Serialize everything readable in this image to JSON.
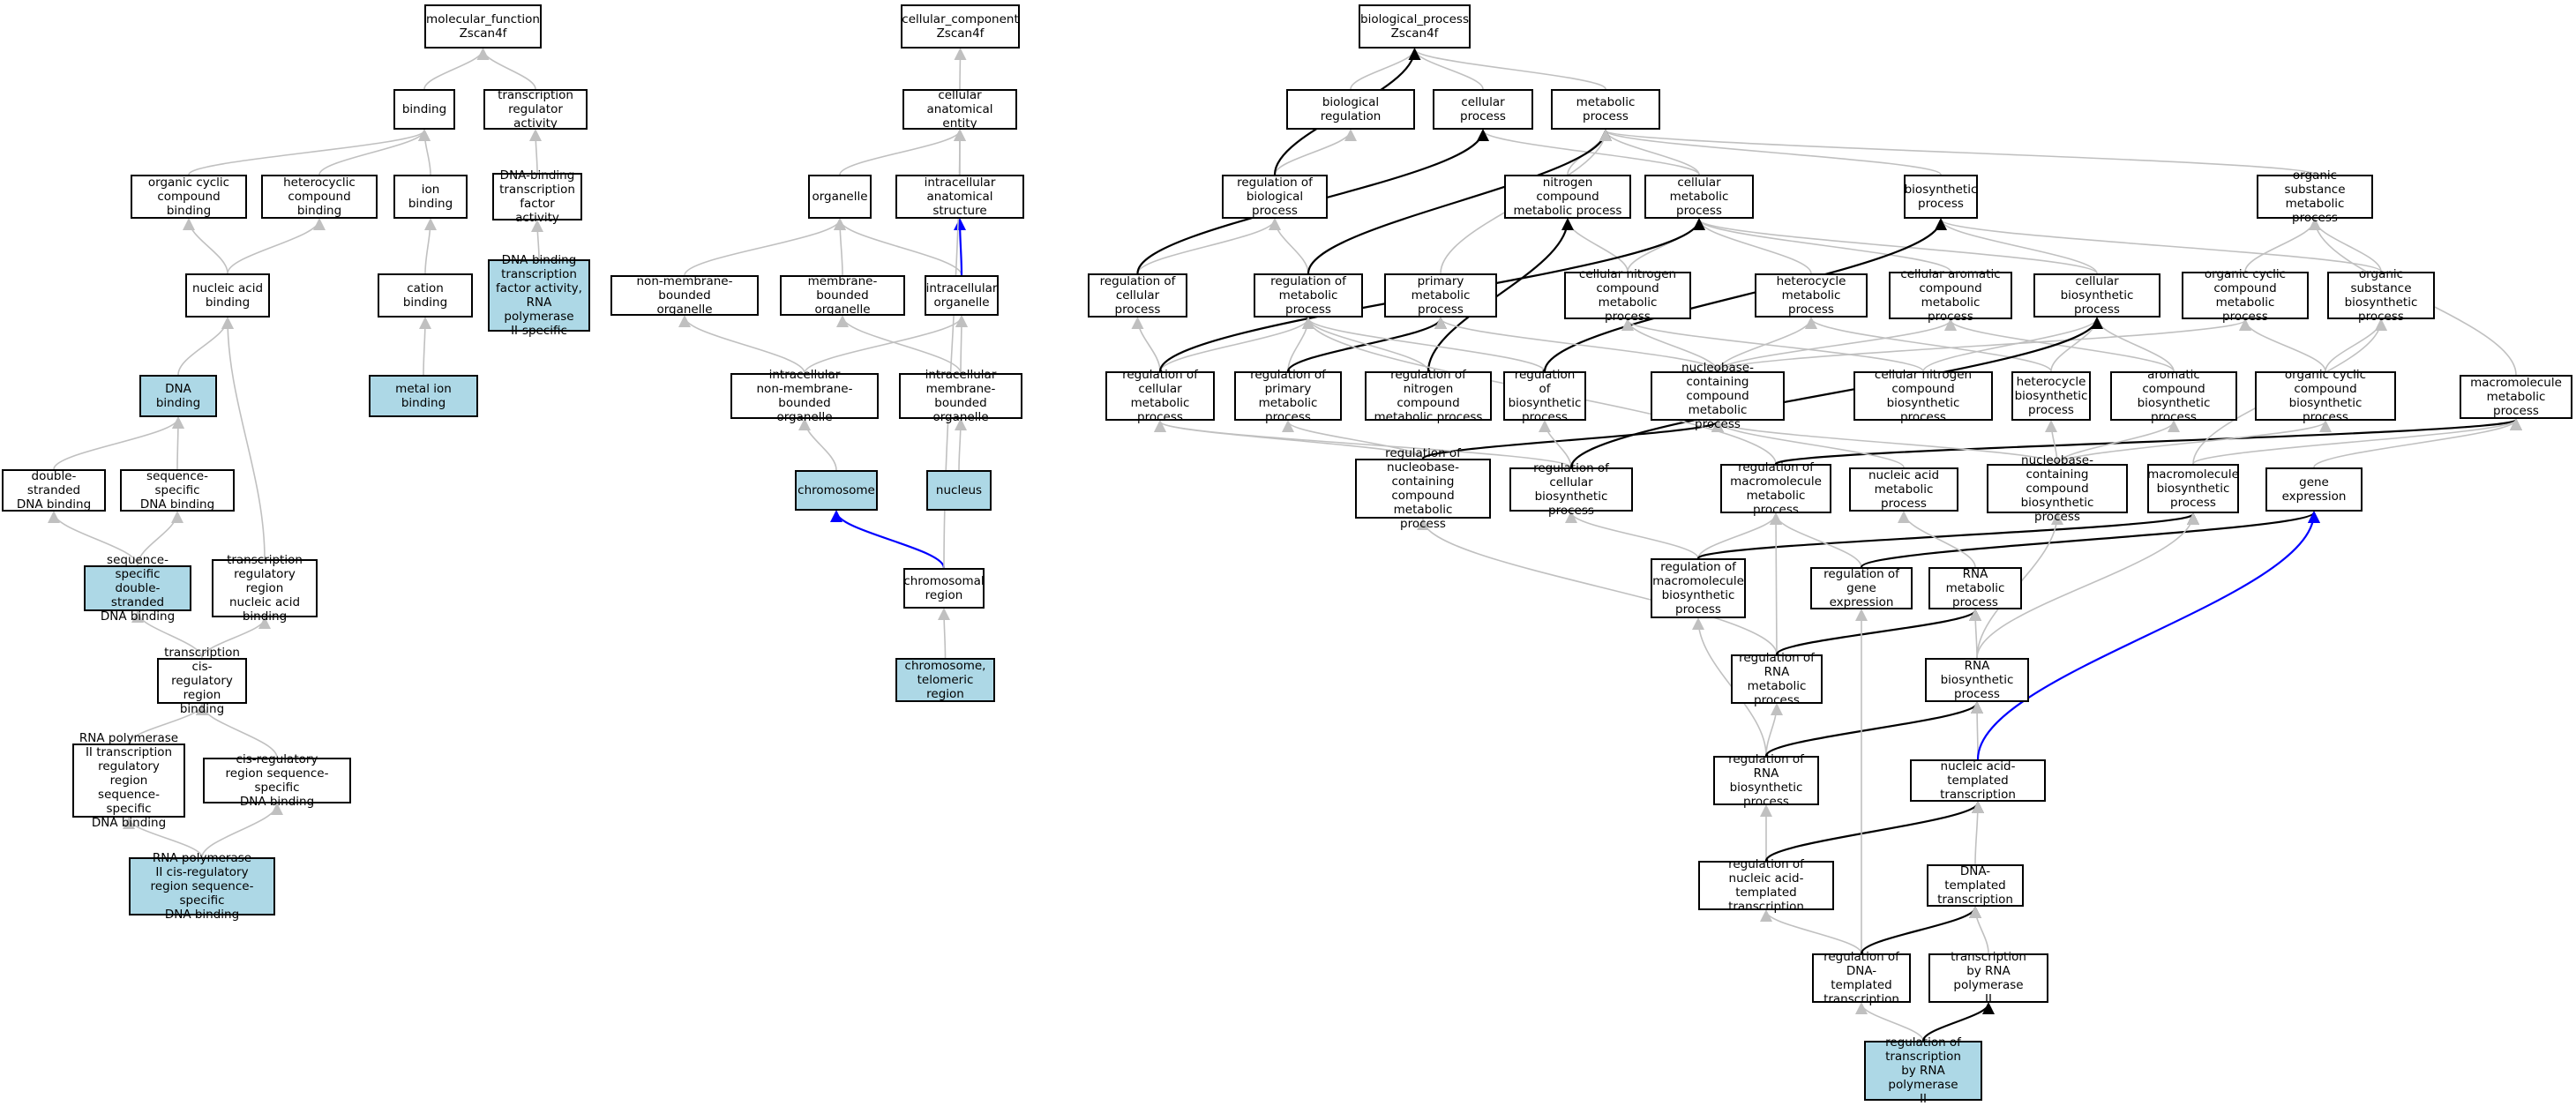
{
  "colors": {
    "edge_gray": "#c0c0c0",
    "edge_black": "#000000",
    "edge_blue": "#0000ff",
    "highlight": "#add8e6"
  },
  "nodes": {
    "mf_root": {
      "label": "molecular_function\nZscan4f",
      "hl": false
    },
    "binding": {
      "label": "binding",
      "hl": false
    },
    "tra": {
      "label": "transcription\nregulator activity",
      "hl": false
    },
    "ocb": {
      "label": "organic cyclic\ncompound binding",
      "hl": false
    },
    "hcb": {
      "label": "heterocyclic\ncompound binding",
      "hl": false
    },
    "ionb": {
      "label": "ion binding",
      "hl": false
    },
    "dbtfa": {
      "label": "DNA-binding\ntranscription\nfactor activity",
      "hl": false
    },
    "nab": {
      "label": "nucleic acid\nbinding",
      "hl": false
    },
    "cationb": {
      "label": "cation binding",
      "hl": false
    },
    "dbtfa2": {
      "label": "DNA-binding\ntranscription\nfactor activity,\nRNA polymerase\nII-specific",
      "hl": true
    },
    "dnab": {
      "label": "DNA binding",
      "hl": true
    },
    "metalb": {
      "label": "metal ion binding",
      "hl": true
    },
    "dsdna": {
      "label": "double-stranded\nDNA binding",
      "hl": false
    },
    "ssdna": {
      "label": "sequence-specific\nDNA binding",
      "hl": false
    },
    "ssdsdna": {
      "label": "sequence-specific\ndouble-stranded\nDNA binding",
      "hl": true
    },
    "trrnab": {
      "label": "transcription\nregulatory region\nnucleic acid\nbinding",
      "hl": false
    },
    "tcrrb": {
      "label": "transcription\ncis-regulatory\nregion binding",
      "hl": false
    },
    "rnap2tr": {
      "label": "RNA polymerase\nII transcription\nregulatory region\nsequence-specific\nDNA binding",
      "hl": false
    },
    "crrss": {
      "label": "cis-regulatory\nregion sequence-specific\nDNA binding",
      "hl": false
    },
    "rnap2cr": {
      "label": "RNA polymerase\nII cis-regulatory\nregion sequence-specific\nDNA binding",
      "hl": true
    },
    "cc_root": {
      "label": "cellular_component\nZscan4f",
      "hl": false
    },
    "cae": {
      "label": "cellular anatomical\nentity",
      "hl": false
    },
    "organelle": {
      "label": "organelle",
      "hl": false
    },
    "ias": {
      "label": "intracellular\nanatomical structure",
      "hl": false
    },
    "nmbo": {
      "label": "non-membrane-bounded\norganelle",
      "hl": false
    },
    "mbo": {
      "label": "membrane-bounded\norganelle",
      "hl": false
    },
    "io": {
      "label": "intracellular\norganelle",
      "hl": false
    },
    "inmbo": {
      "label": "intracellular\nnon-membrane-bounded\norganelle",
      "hl": false
    },
    "imbo": {
      "label": "intracellular\nmembrane-bounded\norganelle",
      "hl": false
    },
    "chromosome": {
      "label": "chromosome",
      "hl": true
    },
    "nucleus": {
      "label": "nucleus",
      "hl": true
    },
    "chrreg": {
      "label": "chromosomal\nregion",
      "hl": false
    },
    "telreg": {
      "label": "chromosome,\ntelomeric region",
      "hl": true
    },
    "bp_root": {
      "label": "biological_process\nZscan4f",
      "hl": false
    },
    "bioreg": {
      "label": "biological regulation",
      "hl": false
    },
    "cellproc": {
      "label": "cellular process",
      "hl": false
    },
    "metproc": {
      "label": "metabolic process",
      "hl": false
    },
    "regbp": {
      "label": "regulation of\nbiological process",
      "hl": false
    },
    "ncmp": {
      "label": "nitrogen compound\nmetabolic process",
      "hl": false
    },
    "cmp": {
      "label": "cellular metabolic\nprocess",
      "hl": false
    },
    "biosynth": {
      "label": "biosynthetic\nprocess",
      "hl": false
    },
    "osmp": {
      "label": "organic substance\nmetabolic process",
      "hl": false
    },
    "regcp": {
      "label": "regulation of\ncellular process",
      "hl": false
    },
    "regmp": {
      "label": "regulation of\nmetabolic process",
      "hl": false
    },
    "pmp": {
      "label": "primary metabolic\nprocess",
      "hl": false
    },
    "cncmp": {
      "label": "cellular nitrogen\ncompound metabolic\nprocess",
      "hl": false
    },
    "hmp": {
      "label": "heterocycle\nmetabolic process",
      "hl": false
    },
    "cacmp": {
      "label": "cellular aromatic\ncompound metabolic\nprocess",
      "hl": false
    },
    "cbp": {
      "label": "cellular biosynthetic\nprocess",
      "hl": false
    },
    "occmp": {
      "label": "organic cyclic\ncompound metabolic\nprocess",
      "hl": false
    },
    "osbp": {
      "label": "organic substance\nbiosynthetic\nprocess",
      "hl": false
    },
    "regcmp": {
      "label": "regulation of\ncellular metabolic\nprocess",
      "hl": false
    },
    "regpmp": {
      "label": "regulation of\nprimary metabolic\nprocess",
      "hl": false
    },
    "regncmp": {
      "label": "regulation of\nnitrogen compound\nmetabolic process",
      "hl": false
    },
    "regbiosyn": {
      "label": "regulation of\nbiosynthetic\nprocess",
      "hl": false
    },
    "nbcmp": {
      "label": "nucleobase-containing\ncompound metabolic\nprocess",
      "hl": false
    },
    "cncbp": {
      "label": "cellular nitrogen\ncompound biosynthetic\nprocess",
      "hl": false
    },
    "hbp": {
      "label": "heterocycle\nbiosynthetic\nprocess",
      "hl": false
    },
    "acbp": {
      "label": "aromatic compound\nbiosynthetic\nprocess",
      "hl": false
    },
    "occbp": {
      "label": "organic cyclic\ncompound biosynthetic\nprocess",
      "hl": false
    },
    "mmp": {
      "label": "macromolecule\nmetabolic process",
      "hl": false
    },
    "regnbcmp": {
      "label": "regulation of\nnucleobase-containing\ncompound metabolic\nprocess",
      "hl": false
    },
    "regcbp": {
      "label": "regulation of\ncellular biosynthetic\nprocess",
      "hl": false
    },
    "regmmp": {
      "label": "regulation of\nmacromolecule\nmetabolic process",
      "hl": false
    },
    "namp": {
      "label": "nucleic acid\nmetabolic process",
      "hl": false
    },
    "nbcbp": {
      "label": "nucleobase-containing\ncompound biosynthetic\nprocess",
      "hl": false
    },
    "mbp": {
      "label": "macromolecule\nbiosynthetic\nprocess",
      "hl": false
    },
    "geneexp": {
      "label": "gene expression",
      "hl": false
    },
    "regmbp": {
      "label": "regulation of\nmacromolecule\nbiosynthetic\nprocess",
      "hl": false
    },
    "reggeneexp": {
      "label": "regulation of\ngene expression",
      "hl": false
    },
    "rnamp": {
      "label": "RNA metabolic\nprocess",
      "hl": false
    },
    "regrnamp": {
      "label": "regulation of\nRNA metabolic\nprocess",
      "hl": false
    },
    "rnabp": {
      "label": "RNA biosynthetic\nprocess",
      "hl": false
    },
    "regrnabp": {
      "label": "regulation of\nRNA biosynthetic\nprocess",
      "hl": false
    },
    "natt": {
      "label": "nucleic acid-templated\ntranscription",
      "hl": false
    },
    "regnatt": {
      "label": "regulation of\nnucleic acid-templated\ntranscription",
      "hl": false
    },
    "dtt": {
      "label": "DNA-templated\ntranscription",
      "hl": false
    },
    "regdtt": {
      "label": "regulation of\nDNA-templated\ntranscription",
      "hl": false
    },
    "trnap2": {
      "label": "transcription\nby RNA polymerase\nII",
      "hl": false
    },
    "regtrnap2": {
      "label": "regulation of\ntranscription\nby RNA polymerase\nII",
      "hl": true
    }
  },
  "edges": [
    [
      "binding",
      "mf_root",
      "g"
    ],
    [
      "tra",
      "mf_root",
      "g"
    ],
    [
      "ocb",
      "binding",
      "g"
    ],
    [
      "hcb",
      "binding",
      "g"
    ],
    [
      "ionb",
      "binding",
      "g"
    ],
    [
      "dbtfa",
      "tra",
      "g"
    ],
    [
      "nab",
      "ocb",
      "g"
    ],
    [
      "nab",
      "hcb",
      "g"
    ],
    [
      "cationb",
      "ionb",
      "g"
    ],
    [
      "dbtfa2",
      "dbtfa",
      "g"
    ],
    [
      "dnab",
      "nab",
      "g"
    ],
    [
      "metalb",
      "cationb",
      "g"
    ],
    [
      "dsdna",
      "dnab",
      "g"
    ],
    [
      "ssdna",
      "dnab",
      "g"
    ],
    [
      "ssdsdna",
      "dsdna",
      "g"
    ],
    [
      "ssdsdna",
      "ssdna",
      "g"
    ],
    [
      "trrnab",
      "nab",
      "g"
    ],
    [
      "tcrrb",
      "ssdsdna",
      "g"
    ],
    [
      "tcrrb",
      "trrnab",
      "g"
    ],
    [
      "rnap2tr",
      "tcrrb",
      "g"
    ],
    [
      "crrss",
      "tcrrb",
      "g"
    ],
    [
      "rnap2cr",
      "rnap2tr",
      "g"
    ],
    [
      "rnap2cr",
      "crrss",
      "g"
    ],
    [
      "cae",
      "cc_root",
      "g"
    ],
    [
      "organelle",
      "cae",
      "g"
    ],
    [
      "ias",
      "cae",
      "g"
    ],
    [
      "nmbo",
      "organelle",
      "g"
    ],
    [
      "mbo",
      "organelle",
      "g"
    ],
    [
      "io",
      "organelle",
      "g"
    ],
    [
      "io",
      "ias",
      "b"
    ],
    [
      "inmbo",
      "nmbo",
      "g"
    ],
    [
      "inmbo",
      "io",
      "g"
    ],
    [
      "imbo",
      "mbo",
      "g"
    ],
    [
      "imbo",
      "io",
      "g"
    ],
    [
      "chromosome",
      "inmbo",
      "g"
    ],
    [
      "nucleus",
      "imbo",
      "g"
    ],
    [
      "chrreg",
      "chromosome",
      "b"
    ],
    [
      "chrreg",
      "cae",
      "g"
    ],
    [
      "telreg",
      "chrreg",
      "g"
    ],
    [
      "bioreg",
      "bp_root",
      "g"
    ],
    [
      "cellproc",
      "bp_root",
      "g"
    ],
    [
      "metproc",
      "bp_root",
      "g"
    ],
    [
      "regbp",
      "bioreg",
      "g"
    ],
    [
      "regbp",
      "bp_root",
      "k"
    ],
    [
      "ncmp",
      "metproc",
      "g"
    ],
    [
      "cmp",
      "cellproc",
      "g"
    ],
    [
      "cmp",
      "metproc",
      "g"
    ],
    [
      "biosynth",
      "metproc",
      "g"
    ],
    [
      "osmp",
      "metproc",
      "g"
    ],
    [
      "regcp",
      "regbp",
      "g"
    ],
    [
      "regcp",
      "cellproc",
      "k"
    ],
    [
      "regmp",
      "regbp",
      "g"
    ],
    [
      "regmp",
      "metproc",
      "k"
    ],
    [
      "pmp",
      "metproc",
      "g"
    ],
    [
      "cncmp",
      "ncmp",
      "g"
    ],
    [
      "cncmp",
      "cmp",
      "g"
    ],
    [
      "hmp",
      "cmp",
      "g"
    ],
    [
      "cacmp",
      "cmp",
      "g"
    ],
    [
      "cbp",
      "cmp",
      "g"
    ],
    [
      "cbp",
      "biosynth",
      "g"
    ],
    [
      "occmp",
      "osmp",
      "g"
    ],
    [
      "osbp",
      "osmp",
      "g"
    ],
    [
      "osbp",
      "biosynth",
      "g"
    ],
    [
      "regcmp",
      "regcp",
      "g"
    ],
    [
      "regcmp",
      "regmp",
      "g"
    ],
    [
      "regcmp",
      "cmp",
      "k"
    ],
    [
      "regpmp",
      "regmp",
      "g"
    ],
    [
      "regpmp",
      "pmp",
      "k"
    ],
    [
      "regncmp",
      "regmp",
      "g"
    ],
    [
      "regncmp",
      "ncmp",
      "k"
    ],
    [
      "regbiosyn",
      "regmp",
      "g"
    ],
    [
      "regbiosyn",
      "biosynth",
      "k"
    ],
    [
      "nbcmp",
      "cncmp",
      "g"
    ],
    [
      "nbcmp",
      "hmp",
      "g"
    ],
    [
      "nbcmp",
      "cacmp",
      "g"
    ],
    [
      "nbcmp",
      "pmp",
      "g"
    ],
    [
      "nbcmp",
      "occmp",
      "g"
    ],
    [
      "cncbp",
      "cncmp",
      "g"
    ],
    [
      "cncbp",
      "cbp",
      "g"
    ],
    [
      "hbp",
      "hmp",
      "g"
    ],
    [
      "hbp",
      "cbp",
      "g"
    ],
    [
      "acbp",
      "cacmp",
      "g"
    ],
    [
      "acbp",
      "cbp",
      "g"
    ],
    [
      "occbp",
      "occmp",
      "g"
    ],
    [
      "occbp",
      "osbp",
      "g"
    ],
    [
      "mmp",
      "osmp",
      "g"
    ],
    [
      "regnbcmp",
      "regcmp",
      "g"
    ],
    [
      "regnbcmp",
      "regpmp",
      "g"
    ],
    [
      "regnbcmp",
      "nbcmp",
      "k"
    ],
    [
      "regcbp",
      "regcmp",
      "g"
    ],
    [
      "regcbp",
      "regbiosyn",
      "g"
    ],
    [
      "regcbp",
      "cbp",
      "k"
    ],
    [
      "regmmp",
      "regmp",
      "g"
    ],
    [
      "regmmp",
      "mmp",
      "k"
    ],
    [
      "namp",
      "nbcmp",
      "g"
    ],
    [
      "nbcbp",
      "nbcmp",
      "g"
    ],
    [
      "nbcbp",
      "hbp",
      "g"
    ],
    [
      "nbcbp",
      "acbp",
      "g"
    ],
    [
      "nbcbp",
      "occbp",
      "g"
    ],
    [
      "mbp",
      "mmp",
      "g"
    ],
    [
      "mbp",
      "osbp",
      "g"
    ],
    [
      "geneexp",
      "mmp",
      "g"
    ],
    [
      "regmbp",
      "regmmp",
      "g"
    ],
    [
      "regmbp",
      "regcbp",
      "g"
    ],
    [
      "regmbp",
      "mbp",
      "k"
    ],
    [
      "reggeneexp",
      "regmmp",
      "g"
    ],
    [
      "reggeneexp",
      "geneexp",
      "k"
    ],
    [
      "rnamp",
      "namp",
      "g"
    ],
    [
      "regrnamp",
      "regnbcmp",
      "g"
    ],
    [
      "regrnamp",
      "regmmp",
      "g"
    ],
    [
      "regrnamp",
      "rnamp",
      "k"
    ],
    [
      "rnabp",
      "rnamp",
      "g"
    ],
    [
      "rnabp",
      "nbcbp",
      "g"
    ],
    [
      "rnabp",
      "mbp",
      "g"
    ],
    [
      "regrnabp",
      "regrnamp",
      "g"
    ],
    [
      "regrnabp",
      "regmbp",
      "g"
    ],
    [
      "regrnabp",
      "rnabp",
      "k"
    ],
    [
      "natt",
      "rnabp",
      "g"
    ],
    [
      "natt",
      "geneexp",
      "b"
    ],
    [
      "regnatt",
      "regrnabp",
      "g"
    ],
    [
      "regnatt",
      "natt",
      "k"
    ],
    [
      "dtt",
      "natt",
      "g"
    ],
    [
      "regdtt",
      "regnatt",
      "g"
    ],
    [
      "regdtt",
      "reggeneexp",
      "g"
    ],
    [
      "regdtt",
      "dtt",
      "k"
    ],
    [
      "trnap2",
      "dtt",
      "g"
    ],
    [
      "regtrnap2",
      "regdtt",
      "g"
    ],
    [
      "regtrnap2",
      "trnap2",
      "k"
    ]
  ]
}
